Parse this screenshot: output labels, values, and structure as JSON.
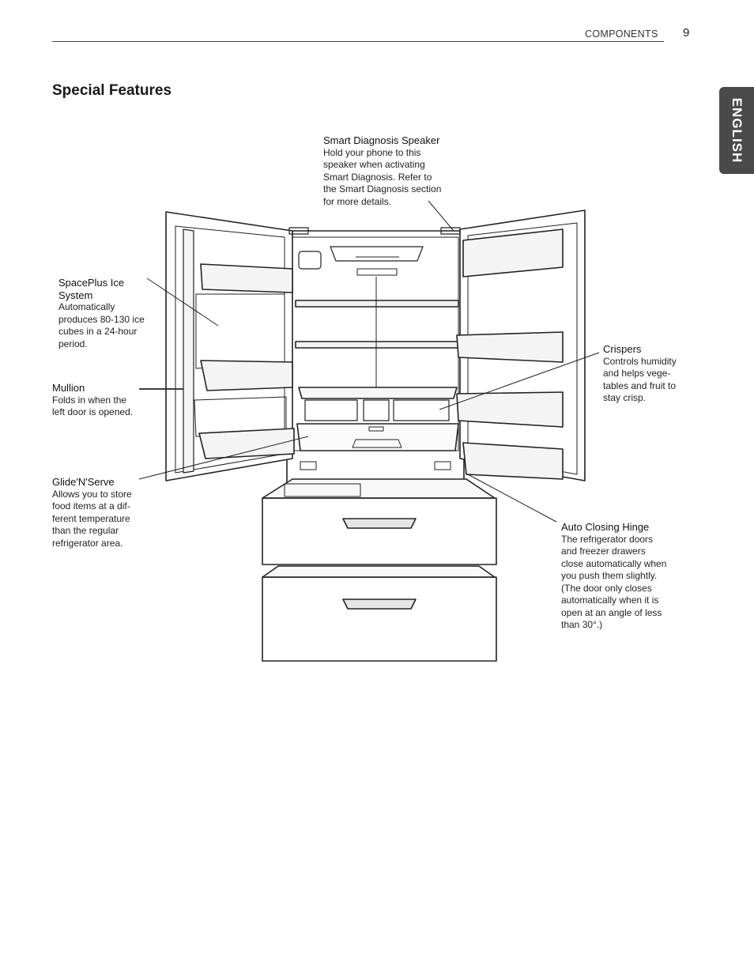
{
  "header": {
    "section": "COMPONENTS",
    "page_number": "9"
  },
  "language_tab": "ENGLISH",
  "section_title": "Special Features",
  "callouts": {
    "smart_diagnosis": {
      "title": "Smart Diagnosis Speaker",
      "desc": "Hold your phone to this\nspeaker when activating\nSmart Diagnosis. Refer to\nthe Smart Diagnosis section\nfor more details."
    },
    "spaceplus": {
      "title": "SpacePlus Ice\nSystem",
      "desc": "Automatically\nproduces 80-130 ice\ncubes in a 24-hour\nperiod."
    },
    "mullion": {
      "title": "Mullion",
      "desc": "Folds in when the\nleft door is opened."
    },
    "glide": {
      "title": "Glide'N'Serve",
      "desc": "Allows you to store\nfood items at a dif-\nferent temperature\nthan the regular\nrefrigerator area."
    },
    "crispers": {
      "title": "Crispers",
      "desc": "Controls humidity\nand helps vege-\ntables and fruit to\nstay crisp."
    },
    "hinge": {
      "title": "Auto Closing Hinge",
      "desc": "The refrigerator doors\nand freezer drawers\nclose automatically when\nyou push them slightly.\n(The door only closes\nautomatically when it is\nopen at an angle of less\nthan 30°.)"
    }
  }
}
